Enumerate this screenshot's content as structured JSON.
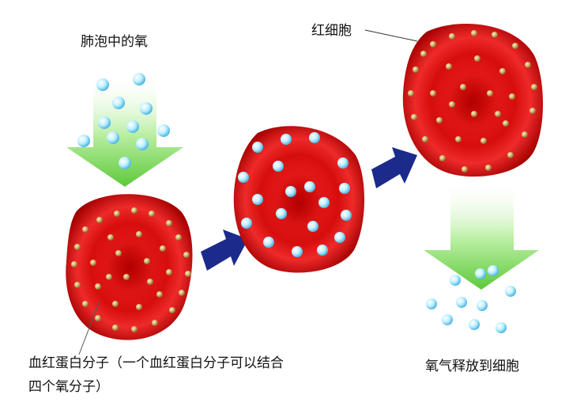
{
  "labels": {
    "alveolar_oxygen": "肺泡中的氧",
    "red_blood_cell": "红细胞",
    "hemoglobin_line1": "血红蛋白分子（一个血红蛋白分子可以结合",
    "hemoglobin_line2": "四个氧分子）",
    "oxygen_release": "氧气释放到细胞"
  },
  "colors": {
    "cell_red": "#e01515",
    "cell_dark": "#a30000",
    "hemoglobin_gold": "#c9a55a",
    "oxygen_blue": "#8fe0f8",
    "arrow_navy": "#1c2a8c",
    "arrow_green": "#7ed957"
  }
}
